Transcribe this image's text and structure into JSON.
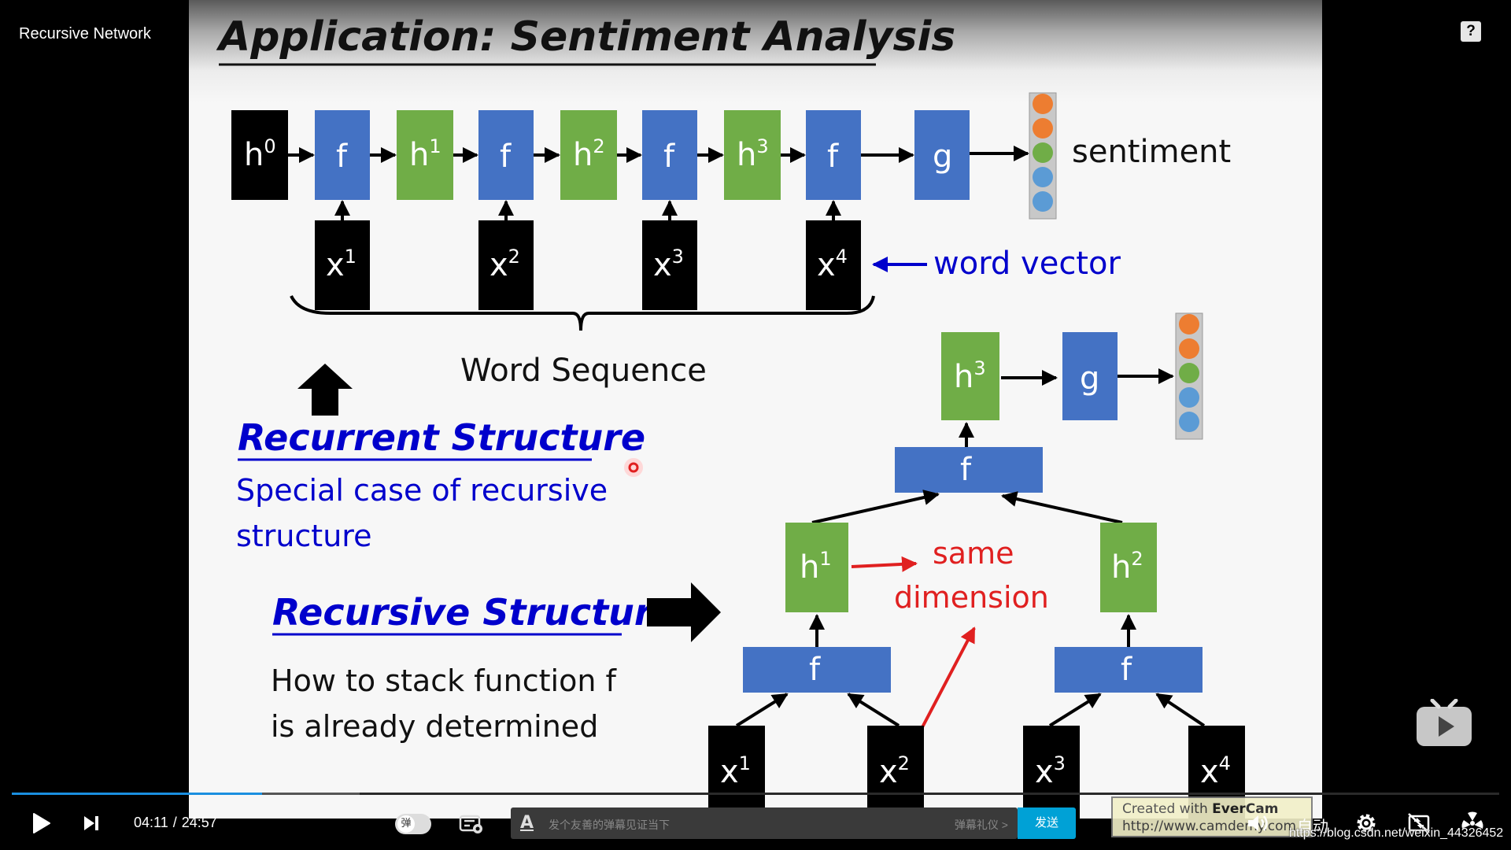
{
  "player": {
    "video_title": "Recursive Network",
    "help_label": "?",
    "current_time": "04:11",
    "separator": "/",
    "duration": "24:57",
    "played_fraction": 0.168,
    "buffered_fraction": 0.234,
    "danmaku_toggle_label": "弹",
    "danmaku_placeholder": "发个友善的弹幕见证当下",
    "danmaku_etiquette": "弹幕礼仪 >",
    "send_label": "发送",
    "quality_label": "自动",
    "url_watermark": "https://blog.csdn.net/weixin_44326452",
    "watermark_line1_prefix": "Created with ",
    "watermark_brand": "EverCam",
    "watermark_line2": "http://www.camdemy.com",
    "accent_color": "#00a1d6",
    "progress_color": "#1a8fe0"
  },
  "slide": {
    "title": "Application: Sentiment Analysis",
    "labels": {
      "h": "h",
      "f": "f",
      "g": "g",
      "x": "x",
      "sentiment": "sentiment",
      "word_vector": "word vector",
      "word_sequence": "Word Sequence",
      "recurrent_title": "Recurrent Structure",
      "recurrent_desc_1": "Special case of recursive",
      "recurrent_desc_2": "structure",
      "recursive_title": "Recursive Structure",
      "recursive_desc_1": "How to stack function f",
      "recursive_desc_2": "is already determined",
      "same": "same",
      "dimension": "dimension"
    },
    "superscripts": {
      "s0": "0",
      "s1": "1",
      "s2": "2",
      "s3": "3",
      "s4": "4"
    },
    "colors": {
      "black_box": "#000000",
      "blue_box": "#4472c4",
      "green_box": "#70ad47",
      "orange_dot": "#ed7d31",
      "green_dot": "#70ad47",
      "blue_dot": "#5b9bd5",
      "link_blue": "#0000cc",
      "red": "#e02020"
    }
  }
}
